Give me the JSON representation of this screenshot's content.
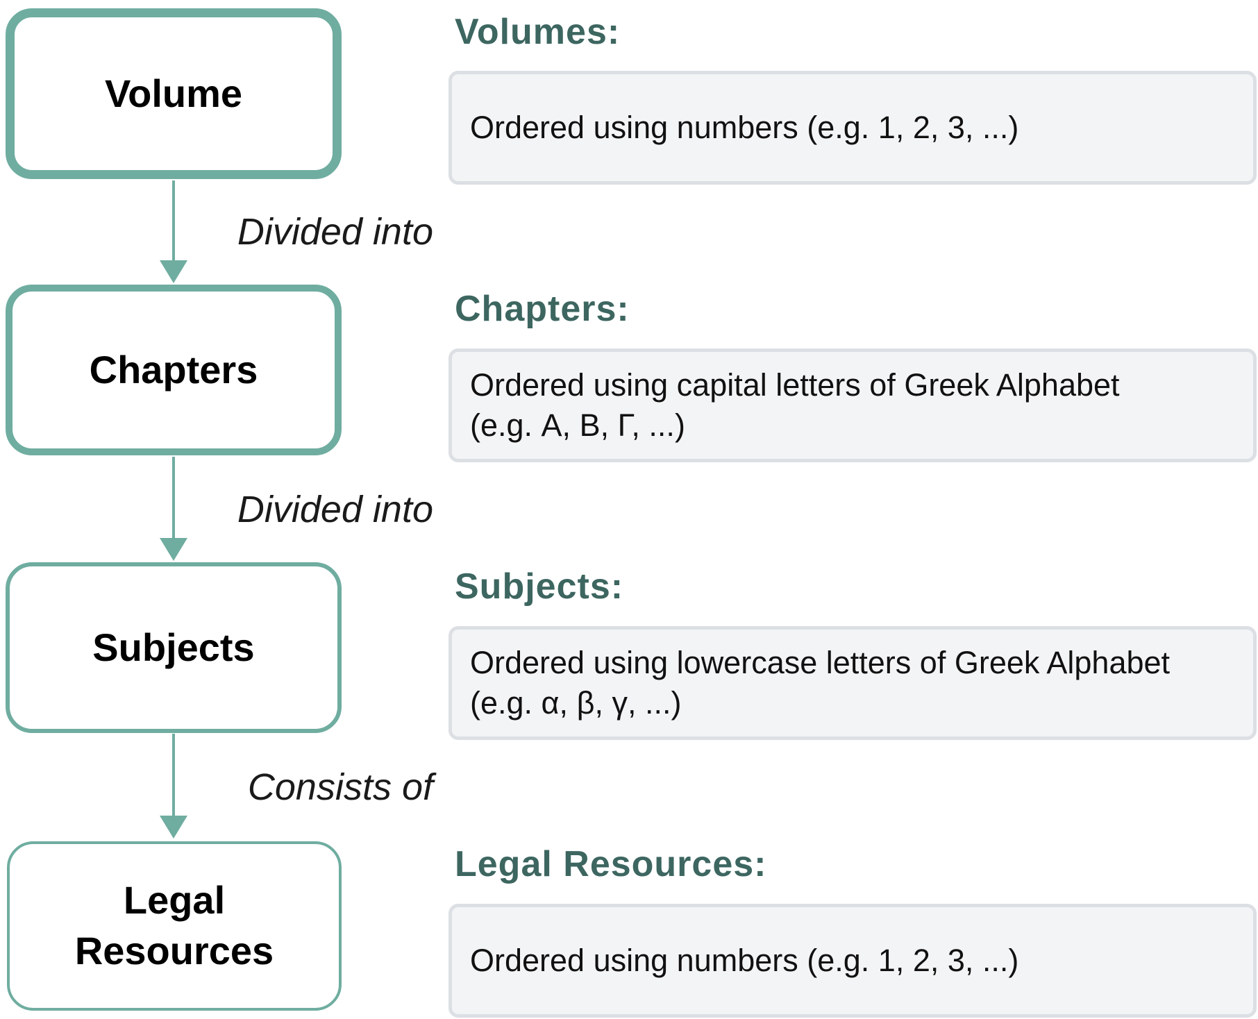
{
  "colors": {
    "node_border": "#6fada0",
    "arrow": "#6fada0",
    "section_title": "#3d6660",
    "desc_background": "#f3f4f6",
    "desc_border": "#dcdfe3"
  },
  "nodes": [
    {
      "label": "Volume"
    },
    {
      "label": "Chapters"
    },
    {
      "label": "Subjects"
    },
    {
      "label": "Legal Resources"
    }
  ],
  "edges": [
    {
      "label": "Divided into"
    },
    {
      "label": "Divided into"
    },
    {
      "label": "Consists of"
    }
  ],
  "sections": [
    {
      "title": "Volumes:",
      "lines": [
        "Ordered using numbers (e.g. 1, 2, 3, ...)"
      ]
    },
    {
      "title": "Chapters:",
      "lines": [
        "Ordered using capital letters of Greek Alphabet",
        "(e.g. Α, Β, Γ, ...)"
      ]
    },
    {
      "title": "Subjects:",
      "lines": [
        "Ordered using lowercase letters of Greek Alphabet",
        "(e.g. α, β, γ, ...)"
      ]
    },
    {
      "title": "Legal Resources:",
      "lines": [
        "Ordered using numbers (e.g. 1, 2, 3, ...)"
      ]
    }
  ]
}
